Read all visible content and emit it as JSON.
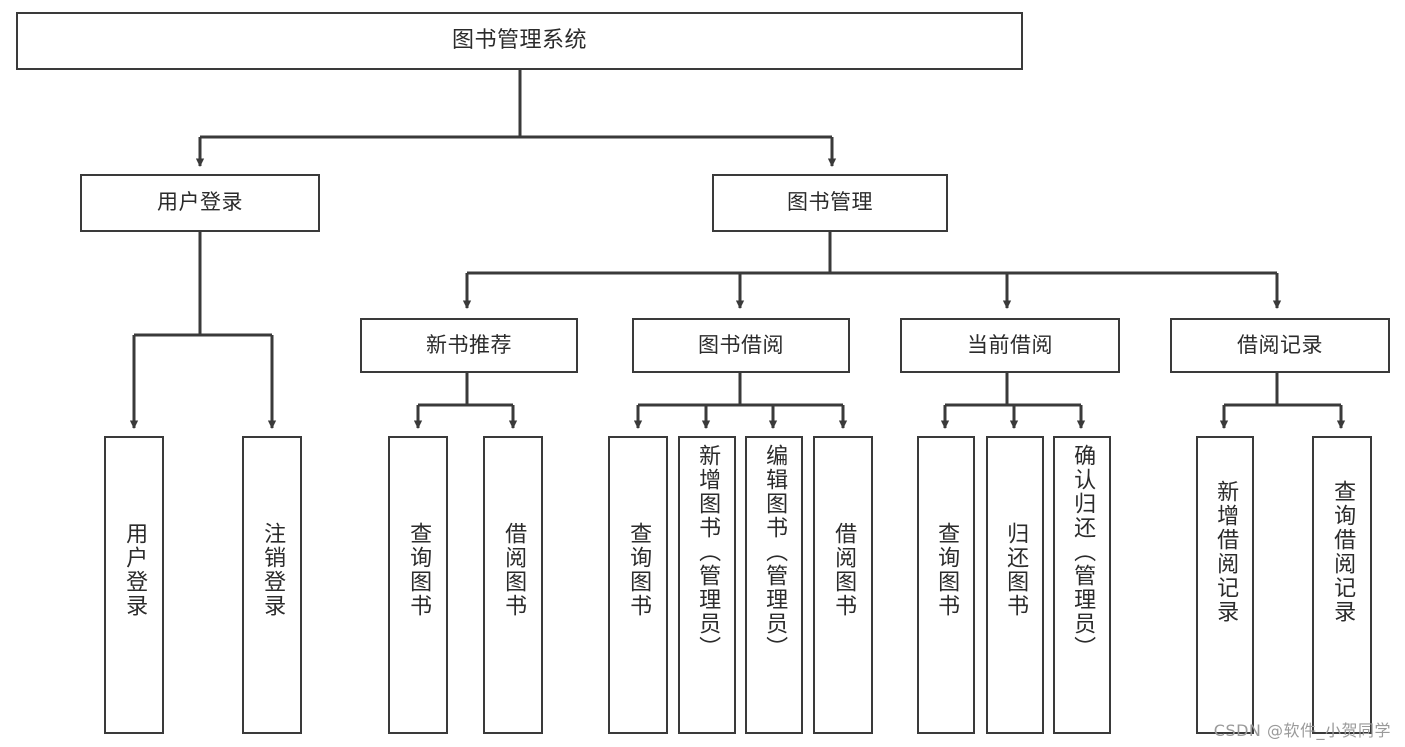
{
  "diagram": {
    "type": "tree-hierarchy",
    "title": "图书管理系统",
    "watermark": "CSDN @软件_小贺同学",
    "colors": {
      "box_border": "#3a3a3a",
      "box_fill": "#ffffff",
      "connector": "#3a3a3a",
      "text": "#2b2b2b",
      "watermark": "#9a9a9a"
    },
    "nodes": {
      "root": {
        "label": "图书管理系统"
      },
      "level2": [
        {
          "id": "user-login",
          "label": "用户登录"
        },
        {
          "id": "book-manage",
          "label": "图书管理"
        }
      ],
      "level3": [
        {
          "id": "new-book-recommend",
          "label": "新书推荐"
        },
        {
          "id": "book-borrow",
          "label": "图书借阅"
        },
        {
          "id": "current-borrow",
          "label": "当前借阅"
        },
        {
          "id": "borrow-record",
          "label": "借阅记录"
        }
      ],
      "leaves": {
        "user-login": [
          {
            "id": "leaf-user-login",
            "label": "用户登录"
          },
          {
            "id": "leaf-logout-login",
            "label": "注销登录"
          }
        ],
        "new-book-recommend": [
          {
            "id": "leaf-query-book-1",
            "label": "查询图书"
          },
          {
            "id": "leaf-borrow-book-1",
            "label": "借阅图书"
          }
        ],
        "book-borrow": [
          {
            "id": "leaf-query-book-2",
            "label": "查询图书"
          },
          {
            "id": "leaf-add-book-admin",
            "label": "新增图书（管理员）"
          },
          {
            "id": "leaf-edit-book-admin",
            "label": "编辑图书（管理员）"
          },
          {
            "id": "leaf-borrow-book-2",
            "label": "借阅图书"
          }
        ],
        "current-borrow": [
          {
            "id": "leaf-query-book-3",
            "label": "查询图书"
          },
          {
            "id": "leaf-return-book",
            "label": "归还图书"
          },
          {
            "id": "leaf-confirm-return-admin",
            "label": "确认归还（管理员）"
          }
        ],
        "borrow-record": [
          {
            "id": "leaf-add-borrow-record",
            "label": "新增借阅记录"
          },
          {
            "id": "leaf-query-borrow-record",
            "label": "查询借阅记录"
          }
        ]
      }
    }
  }
}
